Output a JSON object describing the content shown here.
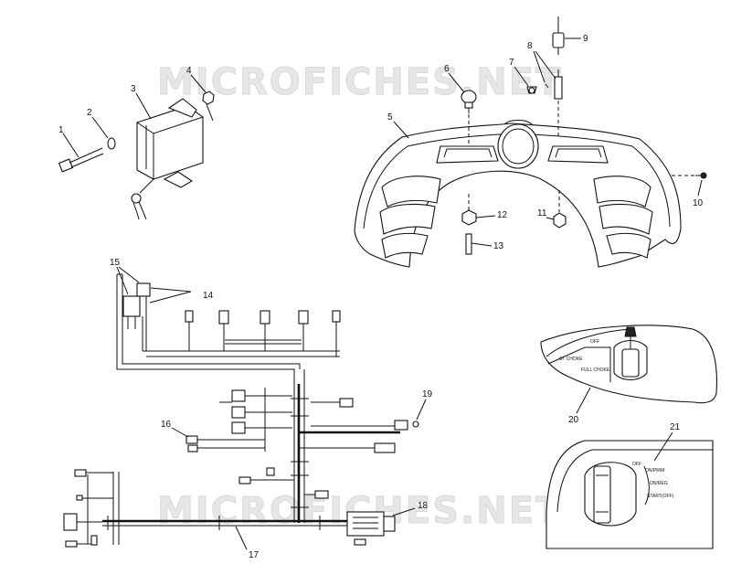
{
  "watermark": "MICROFICHES.NET",
  "callouts": [
    "1",
    "2",
    "3",
    "4",
    "5",
    "6",
    "7",
    "8",
    "9",
    "10",
    "11",
    "12",
    "13",
    "14",
    "15",
    "16",
    "17",
    "18",
    "19",
    "20",
    "21"
  ],
  "switch_20_labels": [
    "OFF",
    "ST CHOKE",
    "FULL CHOKE"
  ],
  "switch_21_labels": [
    "OFF",
    "ON/PRIM",
    "ON/REG",
    "START(OFF)"
  ]
}
